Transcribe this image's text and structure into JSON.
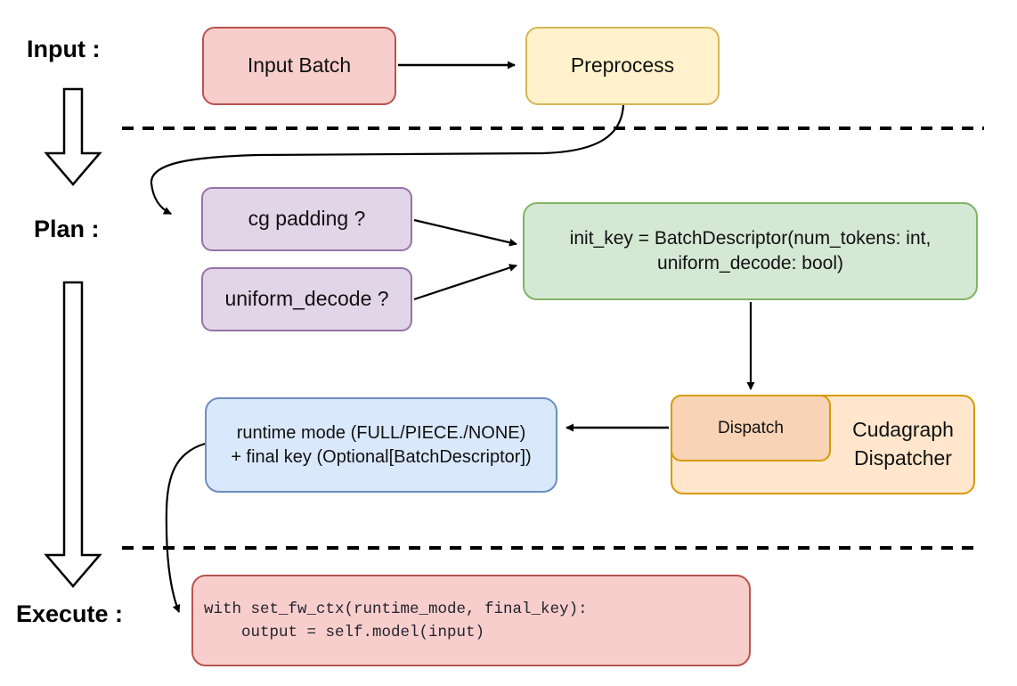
{
  "colors": {
    "red-fill": "#f8cecc",
    "red-stroke": "#b85450",
    "yellow-fill": "#fff2cc",
    "yellow-stroke": "#d6b656",
    "purple-fill": "#e1d5e7",
    "purple-stroke": "#9673a6",
    "green-fill": "#d5e8d4",
    "green-stroke": "#82b366",
    "orange-outer-fill": "#ffe6cc",
    "orange-inner-fill": "#f8d3b6",
    "orange-stroke": "#d79b00",
    "blue-fill": "#dae8fc",
    "blue-stroke": "#6c8ebf",
    "line": "#000000"
  },
  "stages": {
    "input_label": "Input :",
    "plan_label": "Plan :",
    "execute_label": "Execute :"
  },
  "nodes": {
    "input_batch": "Input Batch",
    "preprocess": "Preprocess",
    "cg_padding": "cg padding ?",
    "uniform_decode": "uniform_decode ?",
    "init_key_line1": "init_key = BatchDescriptor(num_tokens: int,",
    "init_key_line2": "uniform_decode: bool)",
    "dispatch": "Dispatch",
    "dispatcher_line1": "Cudagraph",
    "dispatcher_line2": "Dispatcher",
    "runtime_line1": "runtime mode (FULL/PIECE./NONE)",
    "runtime_line2": "+ final key (Optional[BatchDescriptor])",
    "code_line1": "with set_fw_ctx(runtime_mode, final_key):",
    "code_line2": "    output = self.model(input)"
  }
}
